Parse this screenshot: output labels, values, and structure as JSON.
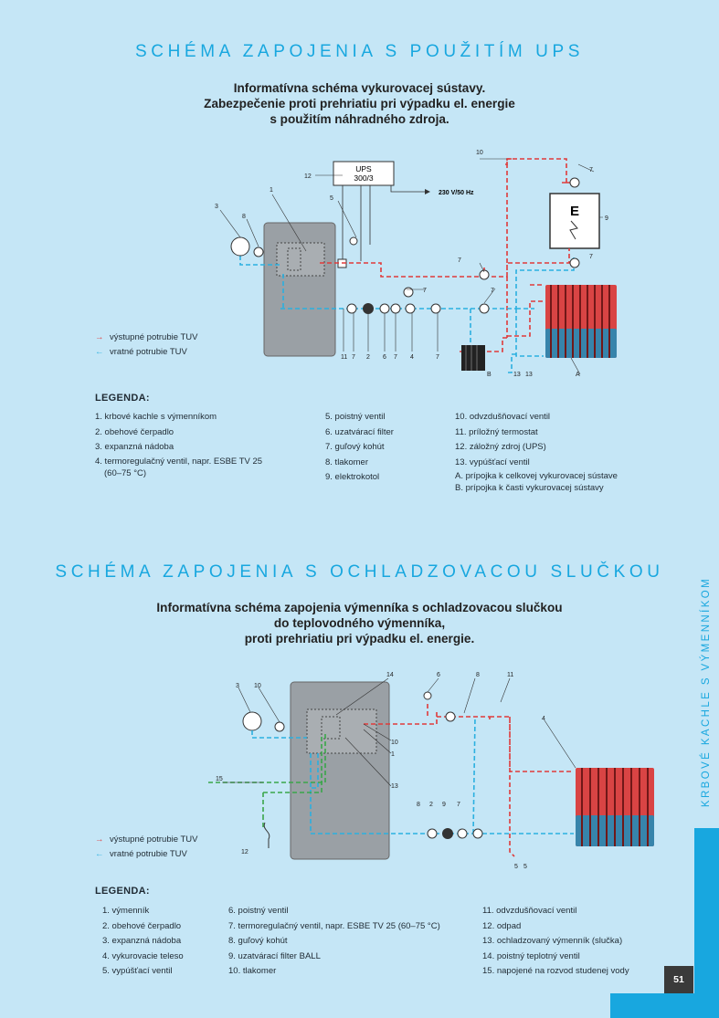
{
  "section1": {
    "title": "SCHÉMA ZAPOJENIA S POUŽITÍM UPS",
    "subtitle_lines": [
      "Informatívna schéma vykurovacej sústavy.",
      "Zabezpečenie proti prehriatiu pri výpadku el. energie",
      "s použitím náhradného zdroja."
    ],
    "diagram": {
      "ups_label": [
        "UPS",
        "300/3"
      ],
      "power_label": "230 V/50 Hz",
      "e_box_label": "E",
      "numbers": [
        "1",
        "2",
        "3",
        "4",
        "5",
        "6",
        "7",
        "8",
        "9",
        "10",
        "11",
        "12",
        "13",
        "A",
        "B"
      ],
      "bottom_labels": [
        "11",
        "7",
        "2",
        "6",
        "7",
        "4",
        "7"
      ]
    },
    "flow_legend": {
      "supply": "výstupné potrubie TUV",
      "return": "vratné potrubie TUV"
    },
    "legend_title": "LEGENDA:",
    "legend_col1": [
      "1. krbové kachle s výmenníkom",
      "2. obehové čerpadlo",
      "3. expanzná nádoba",
      "4. termoregulačný ventil, napr. ESBE TV 25",
      "    (60–75 °C)"
    ],
    "legend_col2": [
      "5. poistný ventil",
      "6. uzatvárací filter",
      "7. guľový kohút",
      "8. tlakomer",
      "9. elektrokotol"
    ],
    "legend_col3": [
      "10. odvzdušňovací ventil",
      "11. príložný termostat",
      "12. záložný zdroj (UPS)",
      "13. vypúšťací ventil",
      "   A. prípojka k celkovej vykurovacej sústave",
      "   B. prípojka k časti vykurovacej sústavy"
    ]
  },
  "section2": {
    "title": "SCHÉMA ZAPOJENIA S OCHLADZOVACOU SLUČKOU",
    "subtitle_lines": [
      "Informatívna schéma zapojenia výmenníka s ochladzovacou slučkou",
      "do teplovodného výmenníka,",
      "proti prehriatiu pri výpadku el. energie."
    ],
    "flow_legend": {
      "supply": "výstupné potrubie TUV",
      "return": "vratné potrubie TUV"
    },
    "legend_title": "LEGENDA:",
    "legend_col1": [
      "1.  výmenník",
      "2.  obehové čerpadlo",
      "3.  expanzná nádoba",
      "4.  vykurovacie teleso",
      "5.  vypúšťací ventil"
    ],
    "legend_col2": [
      "6.  poistný ventil",
      "7.  termoregulačný ventil, napr. ESBE TV 25 (60–75 °C)",
      "8.  guľový kohút",
      "9.  uzatvárací filter BALL",
      "10.  tlakomer"
    ],
    "legend_col3": [
      "11.  odvzdušňovací ventil",
      "12.  odpad",
      "13.  ochladzovaný výmenník (slučka)",
      "14.  poistný teplotný ventil",
      "15.  napojené na rozvod studenej vody"
    ]
  },
  "sidebar": {
    "label": "KRBOVÉ KACHLE S VÝMENNÍKOM"
  },
  "page_number": "51",
  "colors": {
    "accent": "#18a7df",
    "supply": "#e03a3a",
    "return": "#2bb0e0",
    "cold": "#3aa64a",
    "background": "#c5e6f6"
  }
}
